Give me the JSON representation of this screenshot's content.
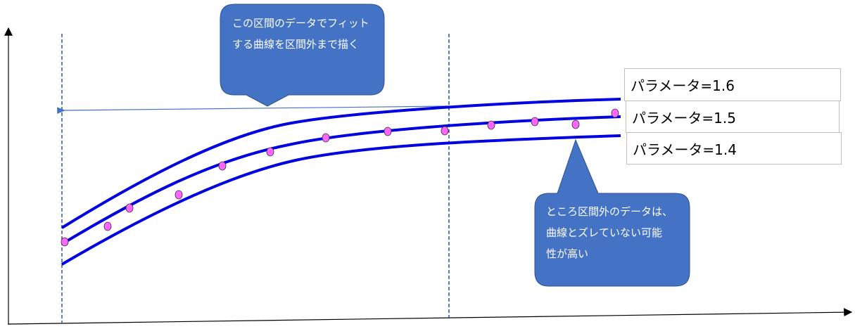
{
  "callout_fit": {
    "line1": "この区間のデータでフィット",
    "line2": "する曲線を区間外まで描く"
  },
  "callout_outside": {
    "line1": "ところ区間外のデータは、",
    "line2": "曲線とズレていない可能",
    "line3": "性が高い"
  },
  "curve_labels": [
    {
      "text": "パラメータ=1.6",
      "parameter": 1.6
    },
    {
      "text": "パラメータ=1.5",
      "parameter": 1.5
    },
    {
      "text": "パラメータ=1.4",
      "parameter": 1.4
    }
  ],
  "colors": {
    "curve": "#0000e0",
    "point_fill": "#ff66ff",
    "callout": "#4472c4",
    "dashed": "#2f5597"
  }
}
